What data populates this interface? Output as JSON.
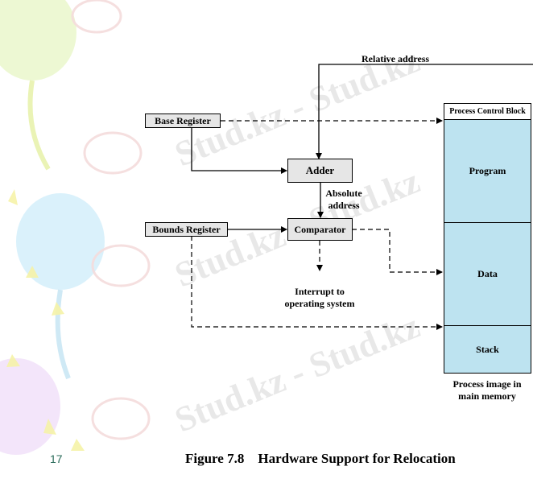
{
  "diagram": {
    "relative_address_label": "Relative address",
    "base_register_label": "Base Register",
    "bounds_register_label": "Bounds Register",
    "adder_label": "Adder",
    "comparator_label": "Comparator",
    "absolute_address_label_1": "Absolute",
    "absolute_address_label_2": "address",
    "interrupt_label_1": "Interrupt to",
    "interrupt_label_2": "operating system",
    "process_control_block_label": "Process Control Block",
    "program_label": "Program",
    "data_label": "Data",
    "stack_label": "Stack",
    "process_image_label_1": "Process image in",
    "process_image_label_2": "main memory"
  },
  "caption": "Figure 7.8    Hardware Support for Relocation",
  "page_number": "17",
  "watermark_text": "Stud.kz - Stud.kz",
  "colors": {
    "memory_fill": "#bde3f0",
    "box_fill": "#e6e6e6",
    "page_number": "#2a6b5a"
  }
}
